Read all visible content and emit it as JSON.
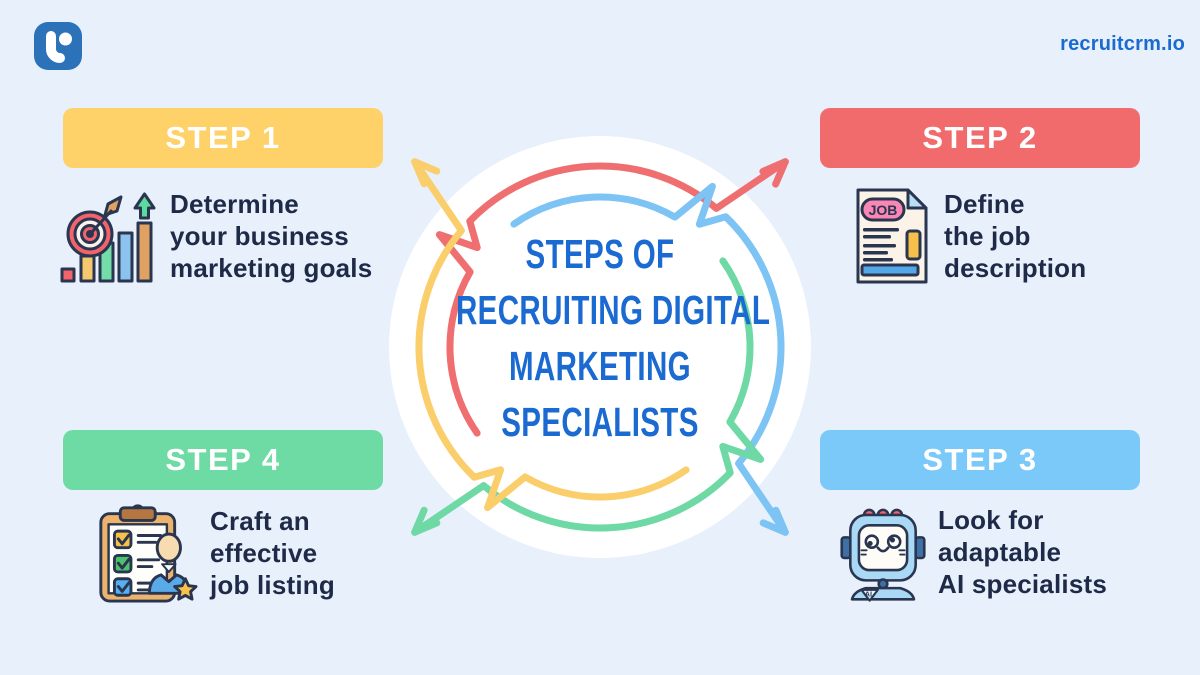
{
  "page": {
    "background_color": "#E7F0FB"
  },
  "header": {
    "logo_icon": "recruit-crm-logo-icon",
    "logo_color": "#2B72B8",
    "site_label": "recruitcrm.io",
    "site_label_color": "#1A6BD1"
  },
  "center_title": {
    "lines": [
      "STEPS OF",
      "RECRUITING DIGITAL",
      "MARKETING",
      "SPECIALISTS"
    ],
    "color": "#1A6AD1"
  },
  "diagram": {
    "type": "circular-cycle-with-four-outward-arrows",
    "circle_color": "#FFFFFF",
    "arrows": [
      {
        "step": "STEP 1",
        "direction": "top-left",
        "color": "#FBCE6C"
      },
      {
        "step": "STEP 2",
        "direction": "top-right",
        "color": "#EF6E70"
      },
      {
        "step": "STEP 3",
        "direction": "bottom-right",
        "color": "#7DC3F4"
      },
      {
        "step": "STEP 4",
        "direction": "bottom-left",
        "color": "#6FD9A5"
      }
    ]
  },
  "steps": [
    {
      "label": "STEP 1",
      "banner_color": "#FFD169",
      "icon": "target-growth-chart-icon",
      "lines": [
        "Determine",
        "your business",
        "marketing goals"
      ]
    },
    {
      "label": "STEP 2",
      "banner_color": "#F16B6D",
      "icon": "job-description-document-icon",
      "lines": [
        "Define",
        "the job",
        "description"
      ]
    },
    {
      "label": "STEP 3",
      "banner_color": "#7AC9F8",
      "icon": "ai-robot-icon",
      "lines": [
        "Look for",
        "adaptable",
        "AI specialists"
      ]
    },
    {
      "label": "STEP 4",
      "banner_color": "#6FDBA4",
      "icon": "clipboard-checklist-icon",
      "lines": [
        "Craft an",
        "effective",
        "job listing"
      ]
    }
  ],
  "text_color": "#1E2A47"
}
